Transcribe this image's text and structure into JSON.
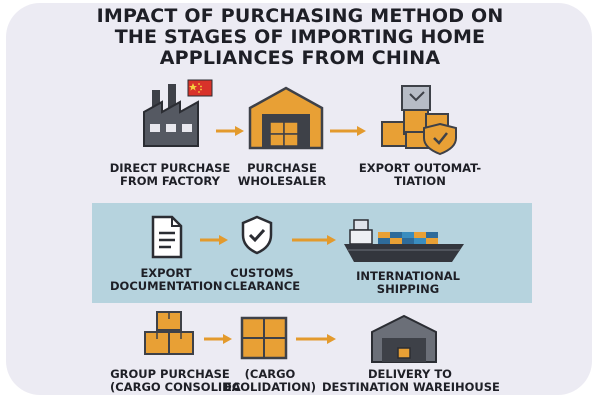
{
  "title": {
    "line1": "IMPACT OF PURCHASING METHOD ON",
    "line2": "THE STAGES OF IMPORTING HOME",
    "line3": "APPLIANCES FROM CHINA"
  },
  "row1": {
    "step1": {
      "line1": "DIRECT PURCHASE",
      "line2": "FROM FACTORY",
      "icon": "factory-icon"
    },
    "step2": {
      "line1": "PURCHASE",
      "line2": "WHOLESALER",
      "icon": "warehouse-icon"
    },
    "step3": {
      "line1": "EXPORT OUTOMAT-",
      "line2": "TIATION",
      "icon": "boxes-shield-icon"
    }
  },
  "row2": {
    "step1": {
      "line1": "EXPORT",
      "line2": "DOCUMENTATION",
      "icon": "document-icon"
    },
    "step2": {
      "line1": "CUSTOMS",
      "line2": "CLEARANCE",
      "icon": "shield-check-icon"
    },
    "step3": {
      "line1": "INTERNATIONAL",
      "line2": "SHIPPING",
      "icon": "cargo-ship-icon"
    }
  },
  "row3": {
    "step1": {
      "line1": "GROUP PURCHASE",
      "line2": "(CARGO CONSOLIDA",
      "icon": "stacked-boxes-icon"
    },
    "step2": {
      "line1": "(CARGO",
      "line2": "ECOLIDATION)",
      "icon": "box-stack-icon"
    },
    "step3": {
      "line1": "DELIVERY TO",
      "line2": "DESTINATION WAREIHOUSE",
      "icon": "warehouse-icon"
    }
  },
  "colors": {
    "background": "#ecebf3",
    "band": "#b6d3de",
    "orange": "#e8a035",
    "arrow": "#e39a2c",
    "dark": "#3e4148",
    "text": "#1e1f26",
    "flag_red": "#d8322a",
    "flag_star": "#f4d03f"
  }
}
